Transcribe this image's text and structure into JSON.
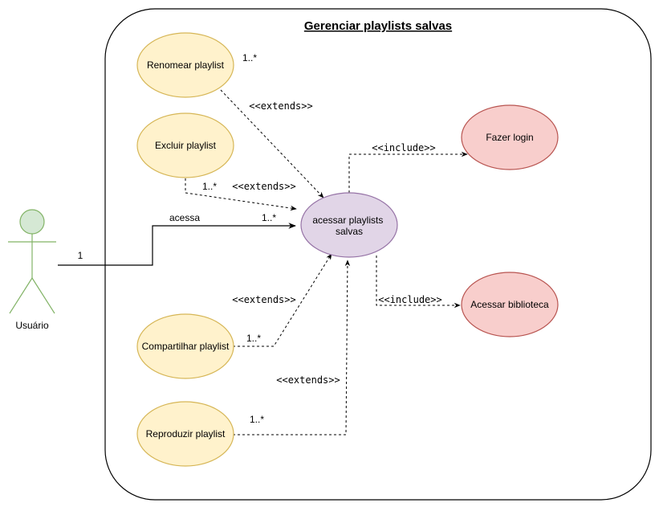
{
  "title": "Gerenciar playlists salvas",
  "actor": {
    "label": "Usuário",
    "multiplicity": "1"
  },
  "use_cases": {
    "renomear": "Renomear playlist",
    "excluir": "Excluir playlist",
    "acessar": [
      "acessar playlists",
      "salvas"
    ],
    "login": "Fazer login",
    "biblioteca": "Acessar biblioteca",
    "compartilhar": "Compartilhar playlist",
    "reproduzir": "Reproduzir playlist"
  },
  "relations": {
    "acessa": "acessa",
    "acessa_mult": "1..*",
    "renomear_mult": "1..*",
    "renomear_stereo": "<<extends>>",
    "excluir_mult": "1..*",
    "excluir_stereo": "<<extends>>",
    "login_stereo": "<<include>>",
    "biblioteca_stereo": "<<include>>",
    "compartilhar_stereo": "<<extends>>",
    "compartilhar_mult": "1..*",
    "reproduzir_stereo": "<<extends>>",
    "reproduzir_mult": "1..*"
  },
  "colors": {
    "yellow_fill": "#fff2cc",
    "yellow_stroke": "#d6b656",
    "purple_fill": "#e1d5e7",
    "purple_stroke": "#9673a6",
    "red_fill": "#f8cecc",
    "red_stroke": "#b85450",
    "green_fill": "#d5e8d4",
    "green_stroke": "#82b366"
  }
}
